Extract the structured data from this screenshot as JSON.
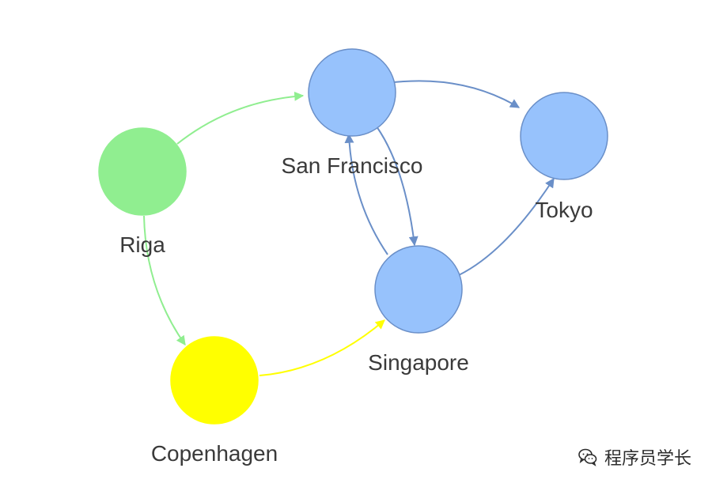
{
  "nodes": [
    {
      "id": "riga",
      "label": "Riga",
      "color": "#90EE90"
    },
    {
      "id": "sf",
      "label": "San Francisco",
      "color": "#97C2FC"
    },
    {
      "id": "tokyo",
      "label": "Tokyo",
      "color": "#97C2FC"
    },
    {
      "id": "singapore",
      "label": "Singapore",
      "color": "#97C2FC"
    },
    {
      "id": "copenhagen",
      "label": "Copenhagen",
      "color": "#FFFF00"
    }
  ],
  "edges": [
    {
      "from": "riga",
      "to": "sf",
      "color": "#90EE90"
    },
    {
      "from": "riga",
      "to": "copenhagen",
      "color": "#90EE90"
    },
    {
      "from": "copenhagen",
      "to": "singapore",
      "color": "#FFFF00"
    },
    {
      "from": "sf",
      "to": "tokyo",
      "color": "#6A8FC8"
    },
    {
      "from": "sf",
      "to": "singapore",
      "color": "#6A8FC8"
    },
    {
      "from": "singapore",
      "to": "sf",
      "color": "#6A8FC8"
    },
    {
      "from": "singapore",
      "to": "tokyo",
      "color": "#6A8FC8"
    }
  ],
  "node_border_color": "#6A8FC8",
  "watermark": {
    "icon": "wechat-icon",
    "text": "程序员学长"
  }
}
